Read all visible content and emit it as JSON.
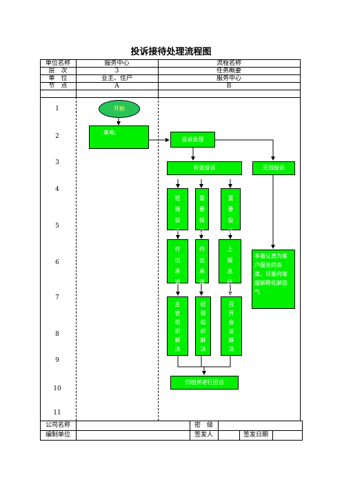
{
  "title": "投诉接待处理流程图",
  "header": {
    "r1": [
      "单位名称",
      "服务中心",
      "流程名称"
    ],
    "r2": [
      "层　次",
      "3",
      "任务概要"
    ],
    "r3": [
      "单　位",
      "业主、住户",
      "服务中心"
    ],
    "r4": [
      "节　点",
      "A",
      "B"
    ]
  },
  "rows": [
    "1",
    "2",
    "3",
    "4",
    "5",
    "6",
    "7",
    "8",
    "9",
    "10",
    "11"
  ],
  "flow": {
    "start": "开始",
    "call": "来电:",
    "process": "投诉处理",
    "valid": "有效投诉",
    "invalid": "无效投诉",
    "light": "轻微投诉",
    "important1": "重要投诉",
    "important2": "重要投诉",
    "promise1": "作出承诺",
    "promise2": "作出承诺",
    "manager": "上报总经理",
    "supervisor": "主管组织解决",
    "mgrsolve": "经理组织解决",
    "meeting": "召开会议解决",
    "explain": "本着认真为客户服务的态度，尽量向客服解释化解怨气",
    "archive": "归档并进行回访"
  },
  "footer": {
    "company": "公司名称",
    "secret": "密　级",
    "unit": "编制单位",
    "issuer": "签发人",
    "date": "签发日期"
  }
}
